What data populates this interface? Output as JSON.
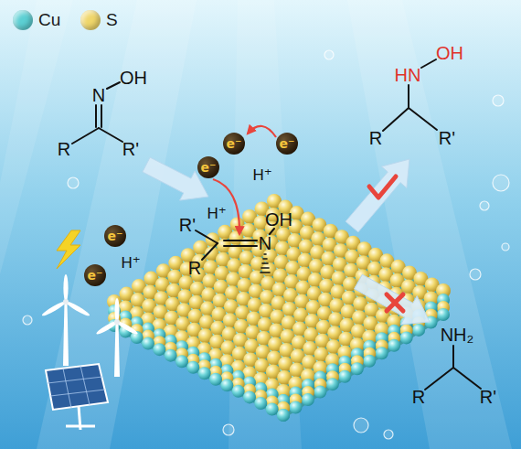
{
  "diagram": {
    "labels": [
      "N",
      "OH",
      "R",
      "R'",
      "OH",
      "HN",
      "R",
      "R'",
      "e⁻",
      "e⁻",
      "e⁻",
      "H⁺",
      "R'",
      "OH",
      "N",
      "H⁺",
      "R",
      "e⁻",
      "H⁺",
      "e⁻",
      "NH₂",
      "R",
      "R'"
    ],
    "legend": [
      {
        "text": "Cu",
        "color": "#5ccfd3"
      },
      {
        "text": "S",
        "color": "#efd66a"
      }
    ]
  }
}
